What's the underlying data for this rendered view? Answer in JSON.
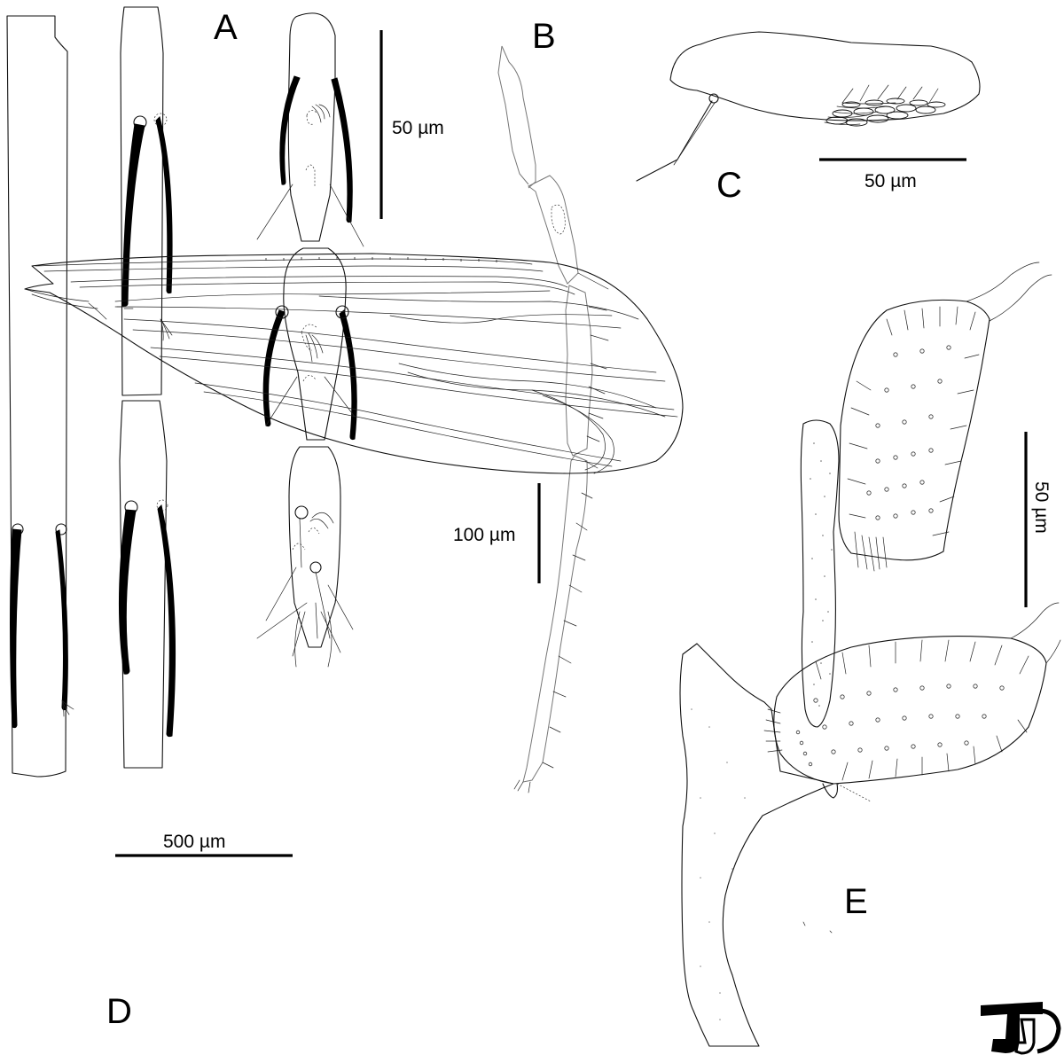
{
  "panels": {
    "a": {
      "label": "A",
      "scale": "50 µm"
    },
    "b": {
      "label": "B",
      "scale": "100 µm"
    },
    "c": {
      "label": "C",
      "scale": "50 µm"
    },
    "d": {
      "label": "D",
      "scale": "500 µm"
    },
    "e": {
      "label": "E",
      "scale": "50 µm"
    }
  }
}
